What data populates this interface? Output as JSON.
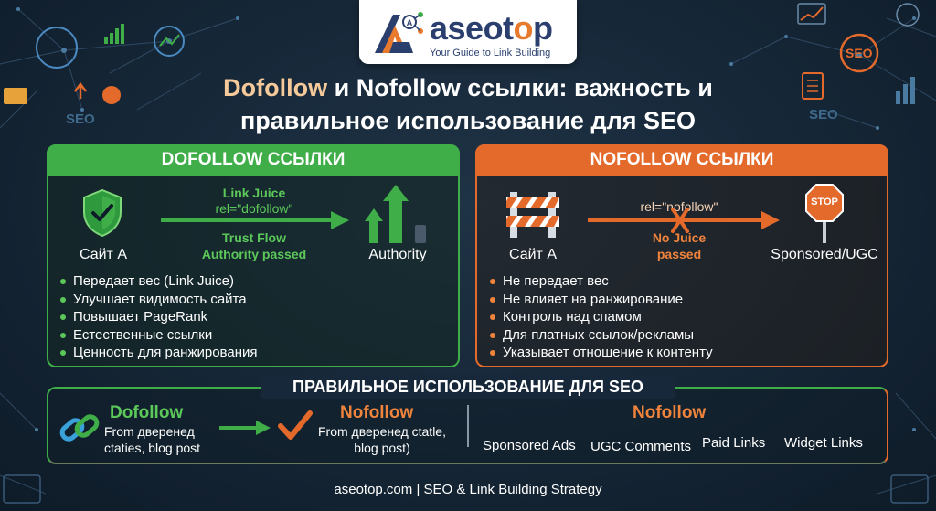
{
  "brand": {
    "name_part1": "aseot",
    "name_accent": "o",
    "name_part2": "p",
    "tagline": "Your Guide to Link Building"
  },
  "title": {
    "highlight": "Dofollow",
    "line1_rest": " и Nofollow ссылки: важность и",
    "line2": "правильное использование для SEO"
  },
  "background": {
    "seo_label_left": "SEO",
    "seo_label_right": "SEO",
    "seo_badge": "SEO"
  },
  "dofollow_panel": {
    "heading": "DOFOLLOW ССЫЛКИ",
    "source_label": "Сайт A",
    "arrow_top_line1": "Link Juice",
    "arrow_top_line2": "rel=\"dofollow\"",
    "arrow_bottom_line1": "Trust Flow",
    "arrow_bottom_line2": "Authority passed",
    "target_label": "Authority",
    "bullets": [
      "Передает вес (Link Juice)",
      "Улучшает видимость сайта",
      "Повышает PageRank",
      "Естественные ссылки",
      "Ценность для ранжирования"
    ]
  },
  "nofollow_panel": {
    "heading": "NOFOLLOW ССЫЛКИ",
    "source_label": "Сайт A",
    "arrow_top": "rel=\"nofollow\"",
    "arrow_bottom_line1": "No Juice",
    "arrow_bottom_line2": "passed",
    "stop_sign": "STOP",
    "target_label": "Sponsored/UGC",
    "bullets": [
      "Не передает вес",
      "Не влияет на ранжирование",
      "Контроль над спамом",
      "Для платных ссылок/рекламы",
      "Указывает отношение к контенту"
    ]
  },
  "usage": {
    "heading": "ПРАВИЛЬНОЕ ИСПОЛЬЗОВАНИЕ ДЛЯ SEO",
    "dofollow_title": "Dofollow",
    "dofollow_desc_line1": "From дверенед",
    "dofollow_desc_line2": "ctaties, blog post",
    "nofollow_title": "Nofollow",
    "nofollow_desc_line1": "From дверенед ctatle,",
    "nofollow_desc_line2": "blog post)",
    "nofollow_title_2": "Nofollow",
    "items": [
      "Sponsored Ads",
      "UGC Comments",
      "Paid Links",
      "Widget Links"
    ]
  },
  "footer": "aseotop.com | SEO & Link Building Strategy",
  "colors": {
    "dofollow": "#3fae49",
    "nofollow": "#e46a2b",
    "background": "#152636",
    "brand_navy": "#2a3f6e"
  },
  "icons": {
    "dofollow_source": "shield-check-icon",
    "dofollow_target": "growth-bars-icon",
    "nofollow_source": "road-barrier-icon",
    "nofollow_cross": "x-mark-icon",
    "nofollow_target": "stop-sign-icon",
    "usage_dofollow": "chain-link-icon",
    "usage_nofollow": "checkmark-icon"
  }
}
